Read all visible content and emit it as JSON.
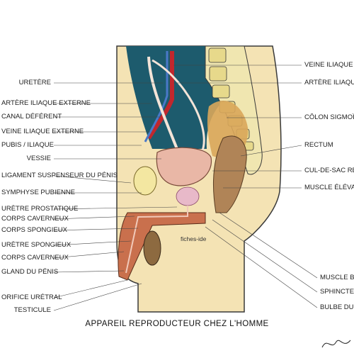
{
  "title": "APPAREIL REPRODUCTEUR CHEZ L'HOMME",
  "watermark": "fiches-ide",
  "labels_left": [
    {
      "key": "l1",
      "text": "URETÈRE"
    },
    {
      "key": "l2",
      "text": "ARTÈRE ILIAQUE EXTERNE"
    },
    {
      "key": "l3",
      "text": "CANAL DÉFÉRENT"
    },
    {
      "key": "l4",
      "text": "VEINE ILIAQUE EXTERNE"
    },
    {
      "key": "l5",
      "text": "PUBIS / ILIAQUE"
    },
    {
      "key": "l6",
      "text": "VESSIE"
    },
    {
      "key": "l7",
      "text": "LIGAMENT SUSPENSEUR DU PÉNIS"
    },
    {
      "key": "l8",
      "text": "SYMPHYSE PUBIENNE"
    },
    {
      "key": "l9",
      "text": "URÈTRE PROSTATIQUE"
    },
    {
      "key": "l10",
      "text": "CORPS CAVERNEUX"
    },
    {
      "key": "l11",
      "text": "CORPS SPONGIEUX"
    },
    {
      "key": "l12",
      "text": "URÈTRE SPONGIEUX"
    },
    {
      "key": "l13",
      "text": "CORPS CAVERNEUX"
    },
    {
      "key": "l14",
      "text": "GLAND DU PÉNIS"
    },
    {
      "key": "l15",
      "text": "ORIFICE URÉTRAL"
    },
    {
      "key": "l16",
      "text": "TESTICULE"
    }
  ],
  "labels_right": [
    {
      "key": "r1",
      "text": "VEINE ILIAQUE COMMUNE"
    },
    {
      "key": "r2",
      "text": "ARTÈRE ILIAQUE COMMUNE"
    },
    {
      "key": "r3",
      "text": "CÔLON SIGMOÏDE"
    },
    {
      "key": "r4",
      "text": "RECTUM"
    },
    {
      "key": "r5",
      "text": "CUL-DE-SAC RECTO-VÉSICAL"
    },
    {
      "key": "r6",
      "text": "MUSCLE ÉLÉVATEUR DE L'ANUS"
    },
    {
      "key": "r7",
      "text": "MUSCLE BULBO-SPONGIEUX"
    },
    {
      "key": "r8",
      "text": "SPHINCTER EXTERNE DE L'ANUS"
    },
    {
      "key": "r9",
      "text": "BULBE DU PÉNIS"
    }
  ],
  "colors": {
    "skin": "#f4e3b4",
    "skin_edge": "#3a3a3a",
    "abdomen": "#1d5b6d",
    "bone": "#f0e6b0",
    "artery": "#c1272d",
    "vein": "#4a79c9",
    "bladder": "#e9b7a6",
    "rectum": "#b08457",
    "prostate": "#e8b9c9",
    "pubis": "#f3e7a1",
    "penis": "#c9704d",
    "testis": "#8d6a40"
  }
}
